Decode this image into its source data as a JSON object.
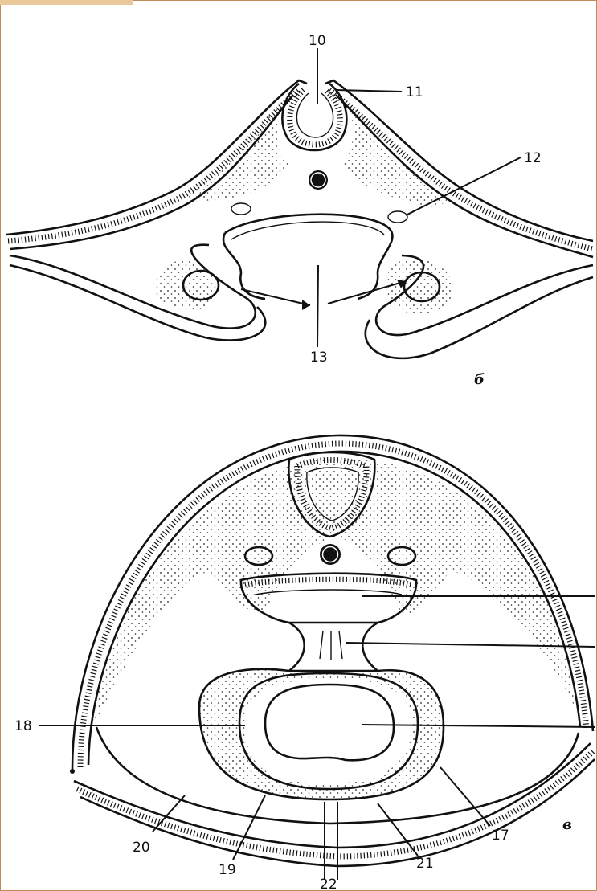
{
  "diagram": {
    "top_section": {
      "letter": "б",
      "labels": {
        "l10": "10",
        "l11": "11",
        "l12": "12",
        "l13": "13"
      }
    },
    "bottom_section": {
      "letter": "в",
      "labels": {
        "l17": "17",
        "l18": "18",
        "l19": "19",
        "l20": "20",
        "l21": "21",
        "l22": "22"
      }
    }
  }
}
